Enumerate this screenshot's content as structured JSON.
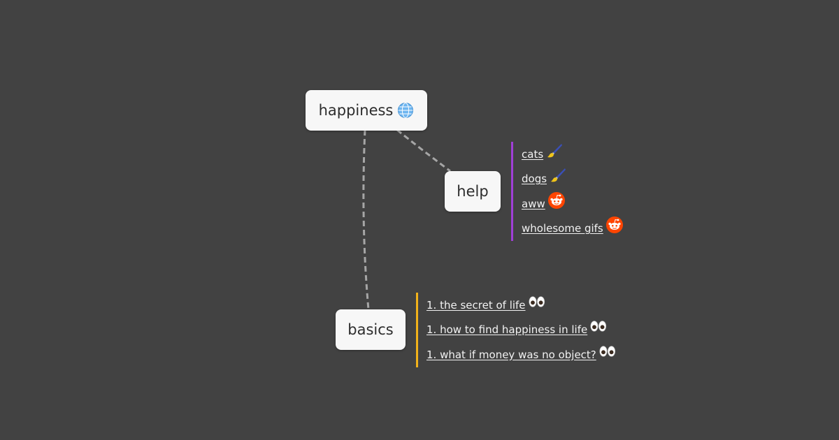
{
  "mindmap": {
    "root": {
      "label": "happiness",
      "icon": "globe-icon"
    },
    "branches": [
      {
        "label": "help",
        "line_color": "#a03fd6",
        "links": [
          {
            "label": "cats ",
            "icon": "paintbrush-icon"
          },
          {
            "label": "dogs ",
            "icon": "paintbrush-icon"
          },
          {
            "label": "aww ",
            "icon": "reddit-icon"
          },
          {
            "label": "wholesome gifs ",
            "icon": "reddit-icon"
          }
        ]
      },
      {
        "label": "basics",
        "line_color": "#f2b21a",
        "links": [
          {
            "label": "1. the secret of life ",
            "icon": "eyes-icon"
          },
          {
            "label": "1. how to find happiness in life ",
            "icon": "eyes-icon"
          },
          {
            "label": "1. what if money was no object? ",
            "icon": "eyes-icon"
          }
        ]
      }
    ]
  },
  "colors": {
    "background": "#424242",
    "node_fill": "#f7f7f7",
    "connector": "#a6a6a6",
    "reddit": "#ff4500"
  }
}
